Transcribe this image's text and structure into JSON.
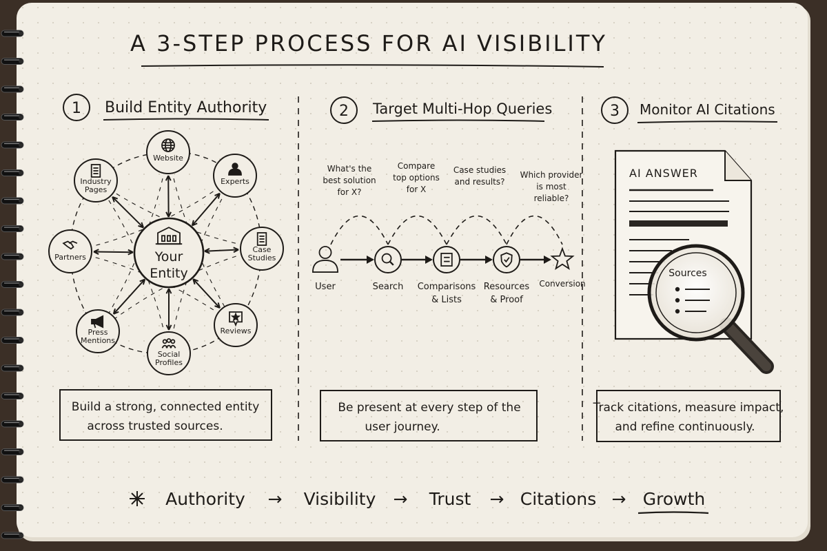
{
  "title": "A 3-STEP PROCESS FOR AI VISIBILITY",
  "steps": [
    {
      "number": "1",
      "heading": "Build Entity Authority",
      "center": [
        "Your",
        "Entity"
      ],
      "nodes": [
        {
          "label": [
            "Website"
          ],
          "icon": "globe-icon"
        },
        {
          "label": [
            "Experts"
          ],
          "icon": "person-icon"
        },
        {
          "label": [
            "Case",
            "Studies"
          ],
          "icon": "document-icon"
        },
        {
          "label": [
            "Reviews"
          ],
          "icon": "star-badge-icon"
        },
        {
          "label": [
            "Social",
            "Profiles"
          ],
          "icon": "people-icon"
        },
        {
          "label": [
            "Press",
            "Mentions"
          ],
          "icon": "megaphone-icon"
        },
        {
          "label": [
            "Partners"
          ],
          "icon": "handshake-icon"
        },
        {
          "label": [
            "Industry",
            "Pages"
          ],
          "icon": "page-icon"
        }
      ],
      "caption": [
        "Build a strong, connected entity",
        "across trusted sources."
      ]
    },
    {
      "number": "2",
      "heading": "Target Multi-Hop Queries",
      "queries": [
        [
          "What's the",
          "best solution",
          "for X?"
        ],
        [
          "Compare",
          "top options",
          "for X"
        ],
        [
          "Case studies",
          "and results?"
        ],
        [
          "Which provider",
          "is most",
          "reliable?"
        ]
      ],
      "journey": [
        {
          "label": [
            "User"
          ],
          "icon": "user-icon"
        },
        {
          "label": [
            "Search"
          ],
          "icon": "magnifier-icon"
        },
        {
          "label": [
            "Comparisons",
            "& Lists"
          ],
          "icon": "list-icon"
        },
        {
          "label": [
            "Resources",
            "& Proof"
          ],
          "icon": "shield-icon"
        },
        {
          "label": [
            "Conversion"
          ],
          "icon": "star-icon"
        }
      ],
      "caption": [
        "Be present at every step of the",
        "user journey."
      ]
    },
    {
      "number": "3",
      "heading": "Monitor AI Citations",
      "doc_title": "AI ANSWER",
      "lens_label": "Sources",
      "caption": [
        "Track citations, measure impact,",
        "and refine continuously."
      ]
    }
  ],
  "flow": [
    "Authority",
    "Visibility",
    "Trust",
    "Citations",
    "Growth"
  ],
  "flow_arrow": "→",
  "flow_icon": "sparkle-icon",
  "colors": {
    "paper": "#f2eee5",
    "ink": "#1e1b18",
    "binding": "#1a1a1a",
    "desk": "#3b2f26"
  }
}
